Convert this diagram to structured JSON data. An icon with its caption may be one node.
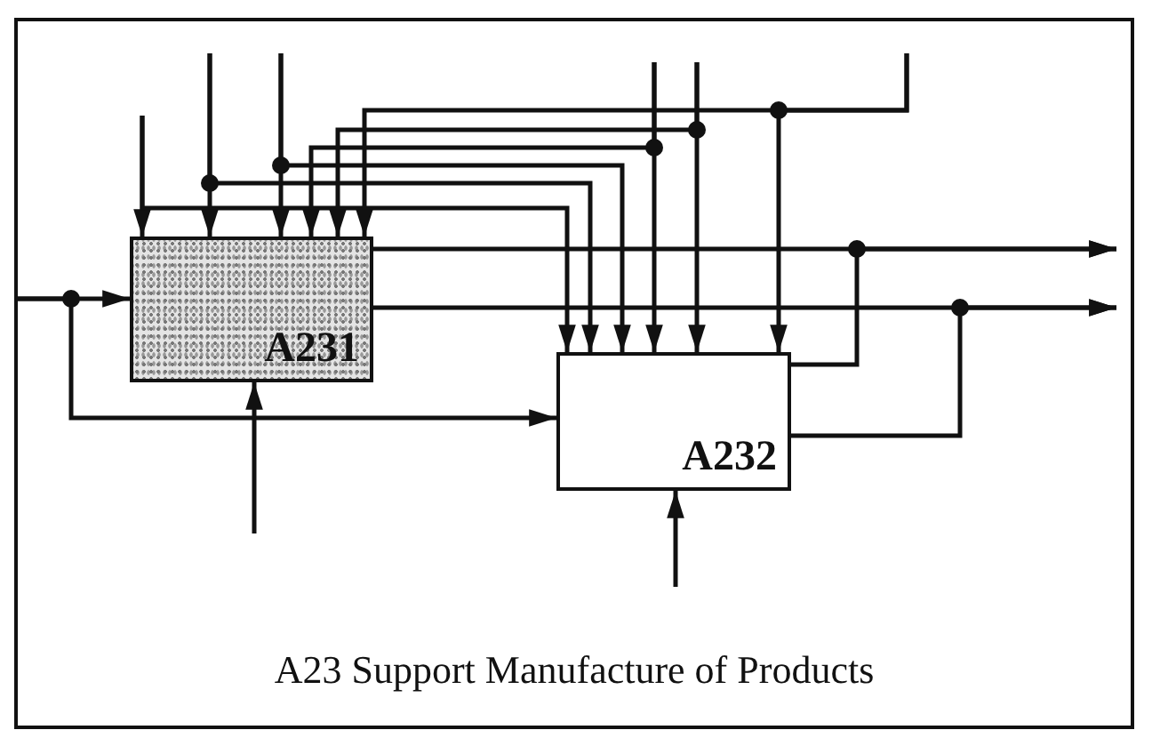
{
  "diagram": {
    "caption": "A23 Support Manufacture of Products",
    "nodes": [
      {
        "text": [
          "A231"
        ]
      },
      {
        "text": [
          "A232"
        ]
      }
    ],
    "edges": [
      {
        "from": null,
        "to": 0,
        "arrow": "to"
      },
      {
        "from": null,
        "to": 1,
        "arrow": "to"
      },
      {
        "from": null,
        "to": 0,
        "arrow": "to"
      },
      {
        "from": null,
        "to": 1,
        "arrow": "to"
      },
      {
        "from": null,
        "to": 0,
        "arrow": "to"
      },
      {
        "from": null,
        "to": 1,
        "arrow": "to"
      },
      {
        "from": null,
        "to": 1,
        "arrow": "to"
      },
      {
        "from": null,
        "to": 0,
        "arrow": "to"
      },
      {
        "from": null,
        "to": 1,
        "arrow": "to"
      },
      {
        "from": null,
        "to": 0,
        "arrow": "to"
      },
      {
        "from": null,
        "to": 0,
        "arrow": "to"
      },
      {
        "from": null,
        "to": 1,
        "arrow": "to"
      },
      {
        "from": null,
        "to": 0,
        "arrow": "to"
      },
      {
        "from": null,
        "to": 1,
        "arrow": "to"
      },
      {
        "from": 0,
        "to": null,
        "arrow": "to"
      },
      {
        "from": 1,
        "to": null,
        "arrow": "to"
      },
      {
        "from": 0,
        "to": null,
        "arrow": "to"
      },
      {
        "from": 1,
        "to": null,
        "arrow": "to"
      },
      {
        "from": null,
        "to": 0,
        "arrow": "to"
      },
      {
        "from": null,
        "to": 1,
        "arrow": "to"
      }
    ]
  }
}
